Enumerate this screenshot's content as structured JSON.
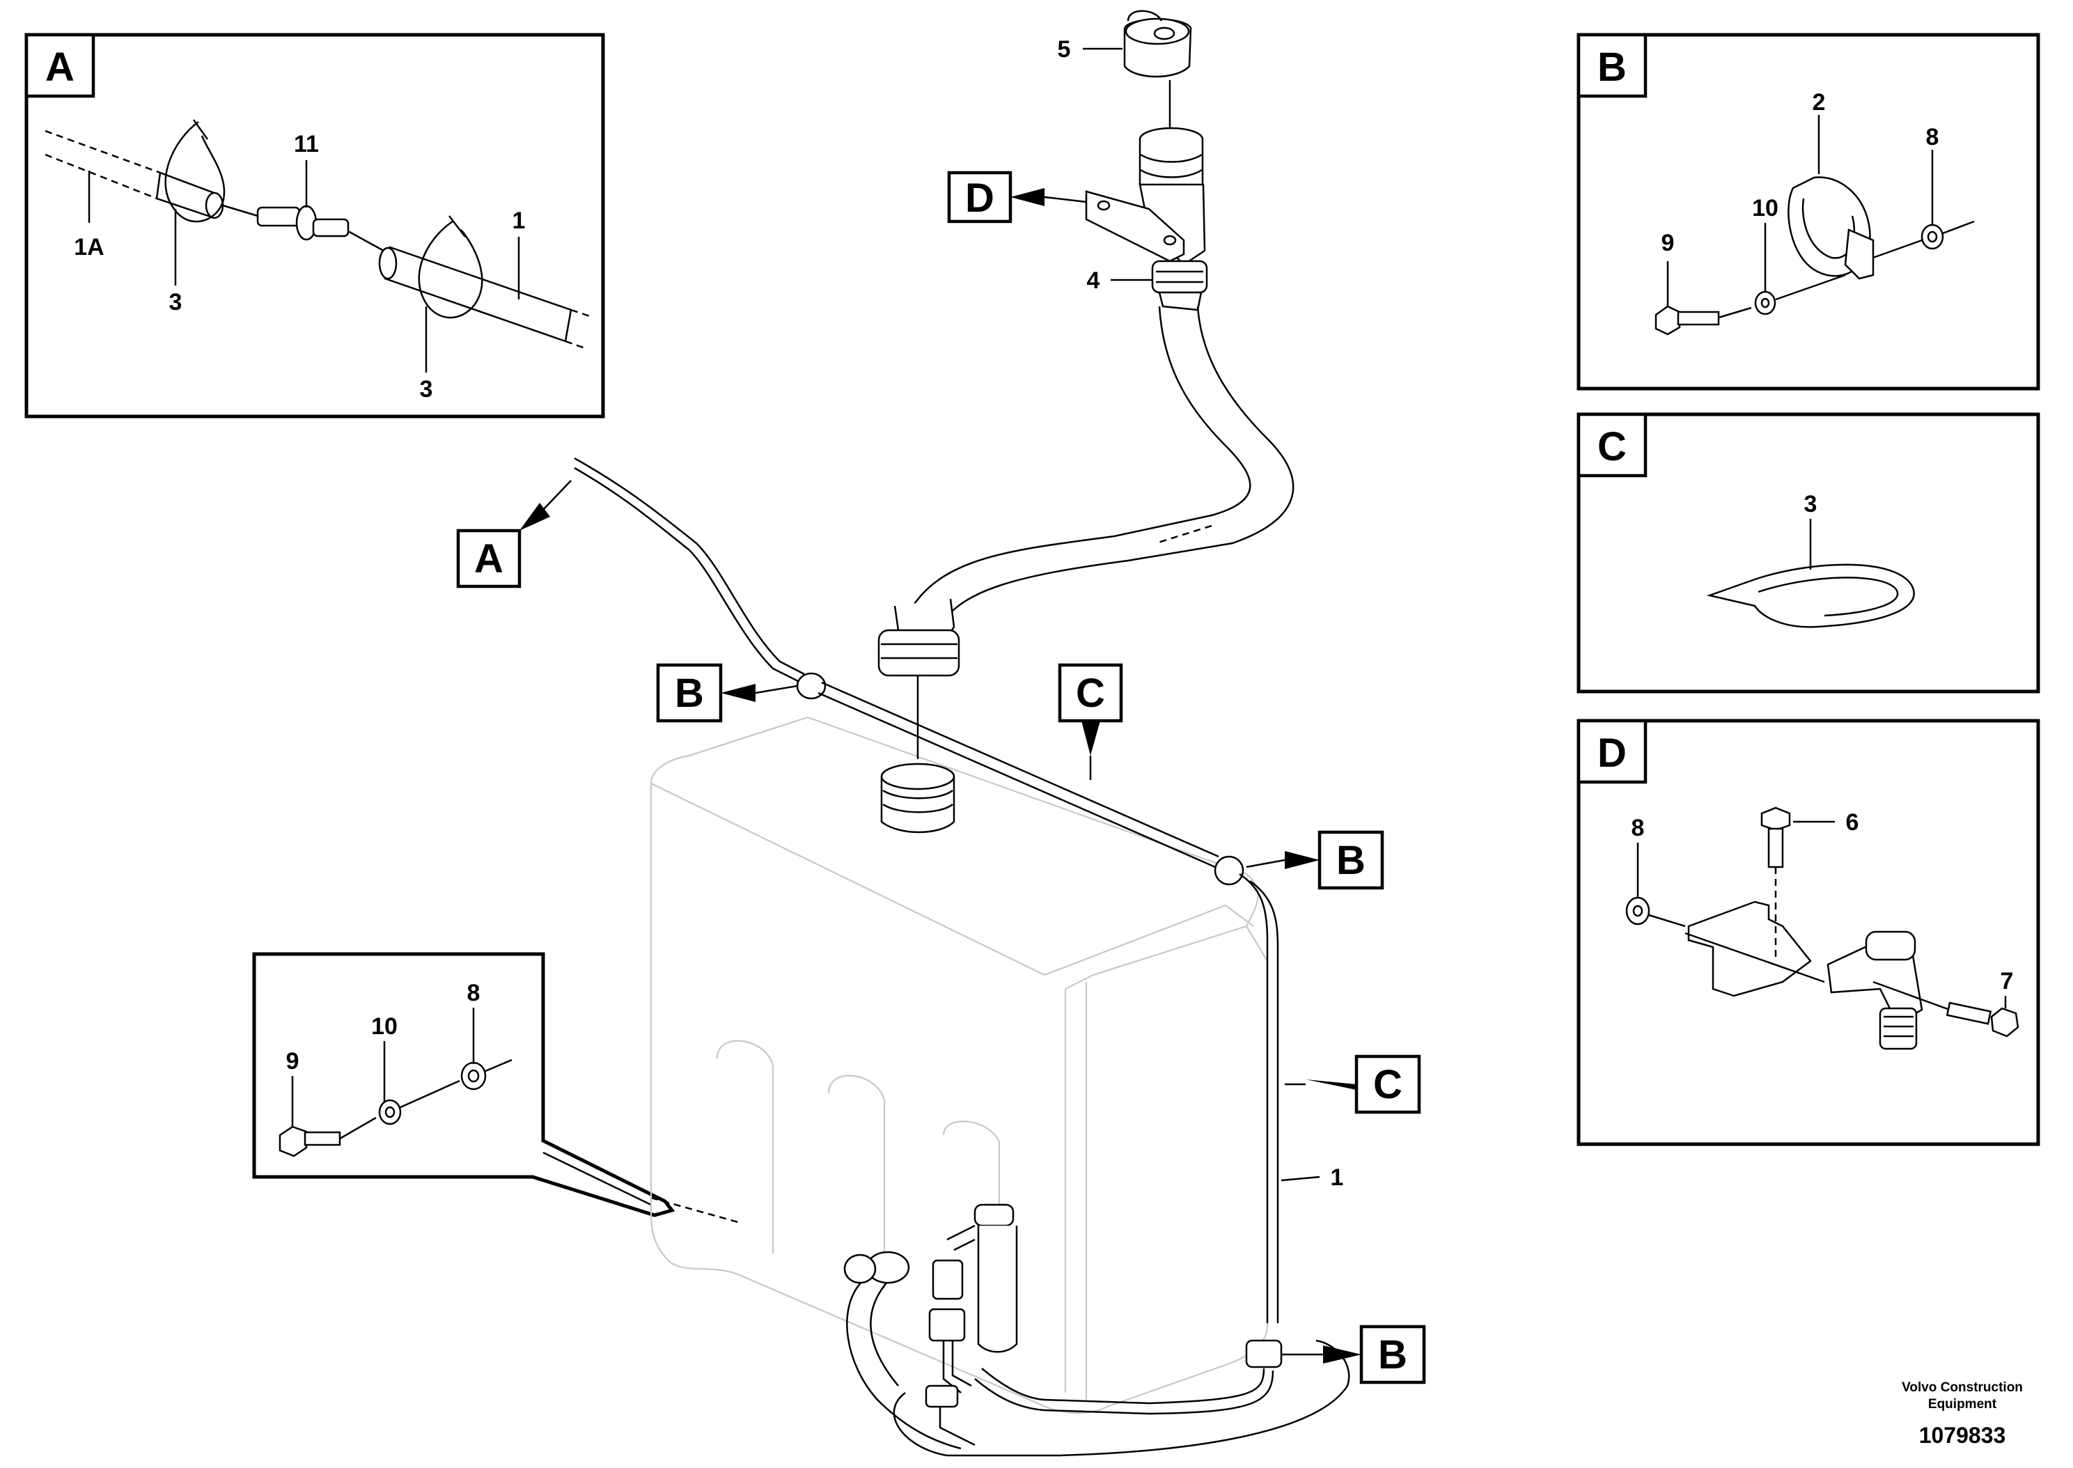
{
  "views": {
    "A": {
      "letter": "A",
      "labels": [
        "1A",
        "3",
        "11",
        "1",
        "3"
      ]
    },
    "B": {
      "letter": "B",
      "labels": [
        "2",
        "8",
        "10",
        "9"
      ]
    },
    "C": {
      "letter": "C",
      "labels": [
        "3"
      ]
    },
    "D": {
      "letter": "D",
      "labels": [
        "8",
        "6",
        "7"
      ]
    },
    "inset": {
      "labels": [
        "9",
        "10",
        "8"
      ]
    }
  },
  "main": {
    "part_labels": [
      "5",
      "4",
      "1"
    ],
    "ref_boxes": [
      "D",
      "A",
      "B",
      "C",
      "B",
      "C",
      "B"
    ]
  },
  "footer": {
    "company_line1": "Volvo Construction",
    "company_line2": "Equipment",
    "doc_number": "1079833"
  }
}
